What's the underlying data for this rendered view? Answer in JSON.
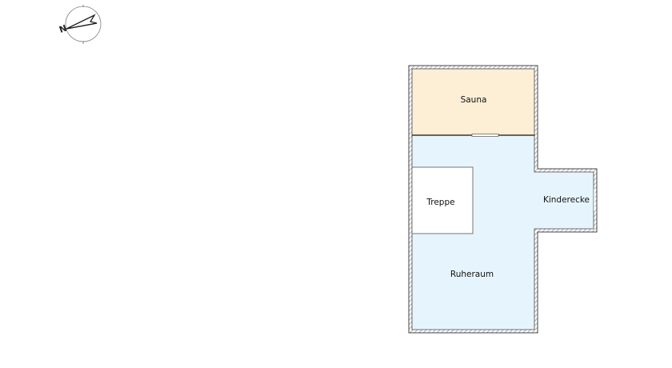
{
  "compass": {
    "north_label": "N"
  },
  "rooms": [
    {
      "name": "Sauna",
      "color": "#fdefd6"
    },
    {
      "name": "Ruheraum",
      "color": "#e6f5fd"
    },
    {
      "name": "Treppe",
      "color": "#ffffff"
    },
    {
      "name": "Kinderecke",
      "color": "#e6f5fd"
    }
  ]
}
